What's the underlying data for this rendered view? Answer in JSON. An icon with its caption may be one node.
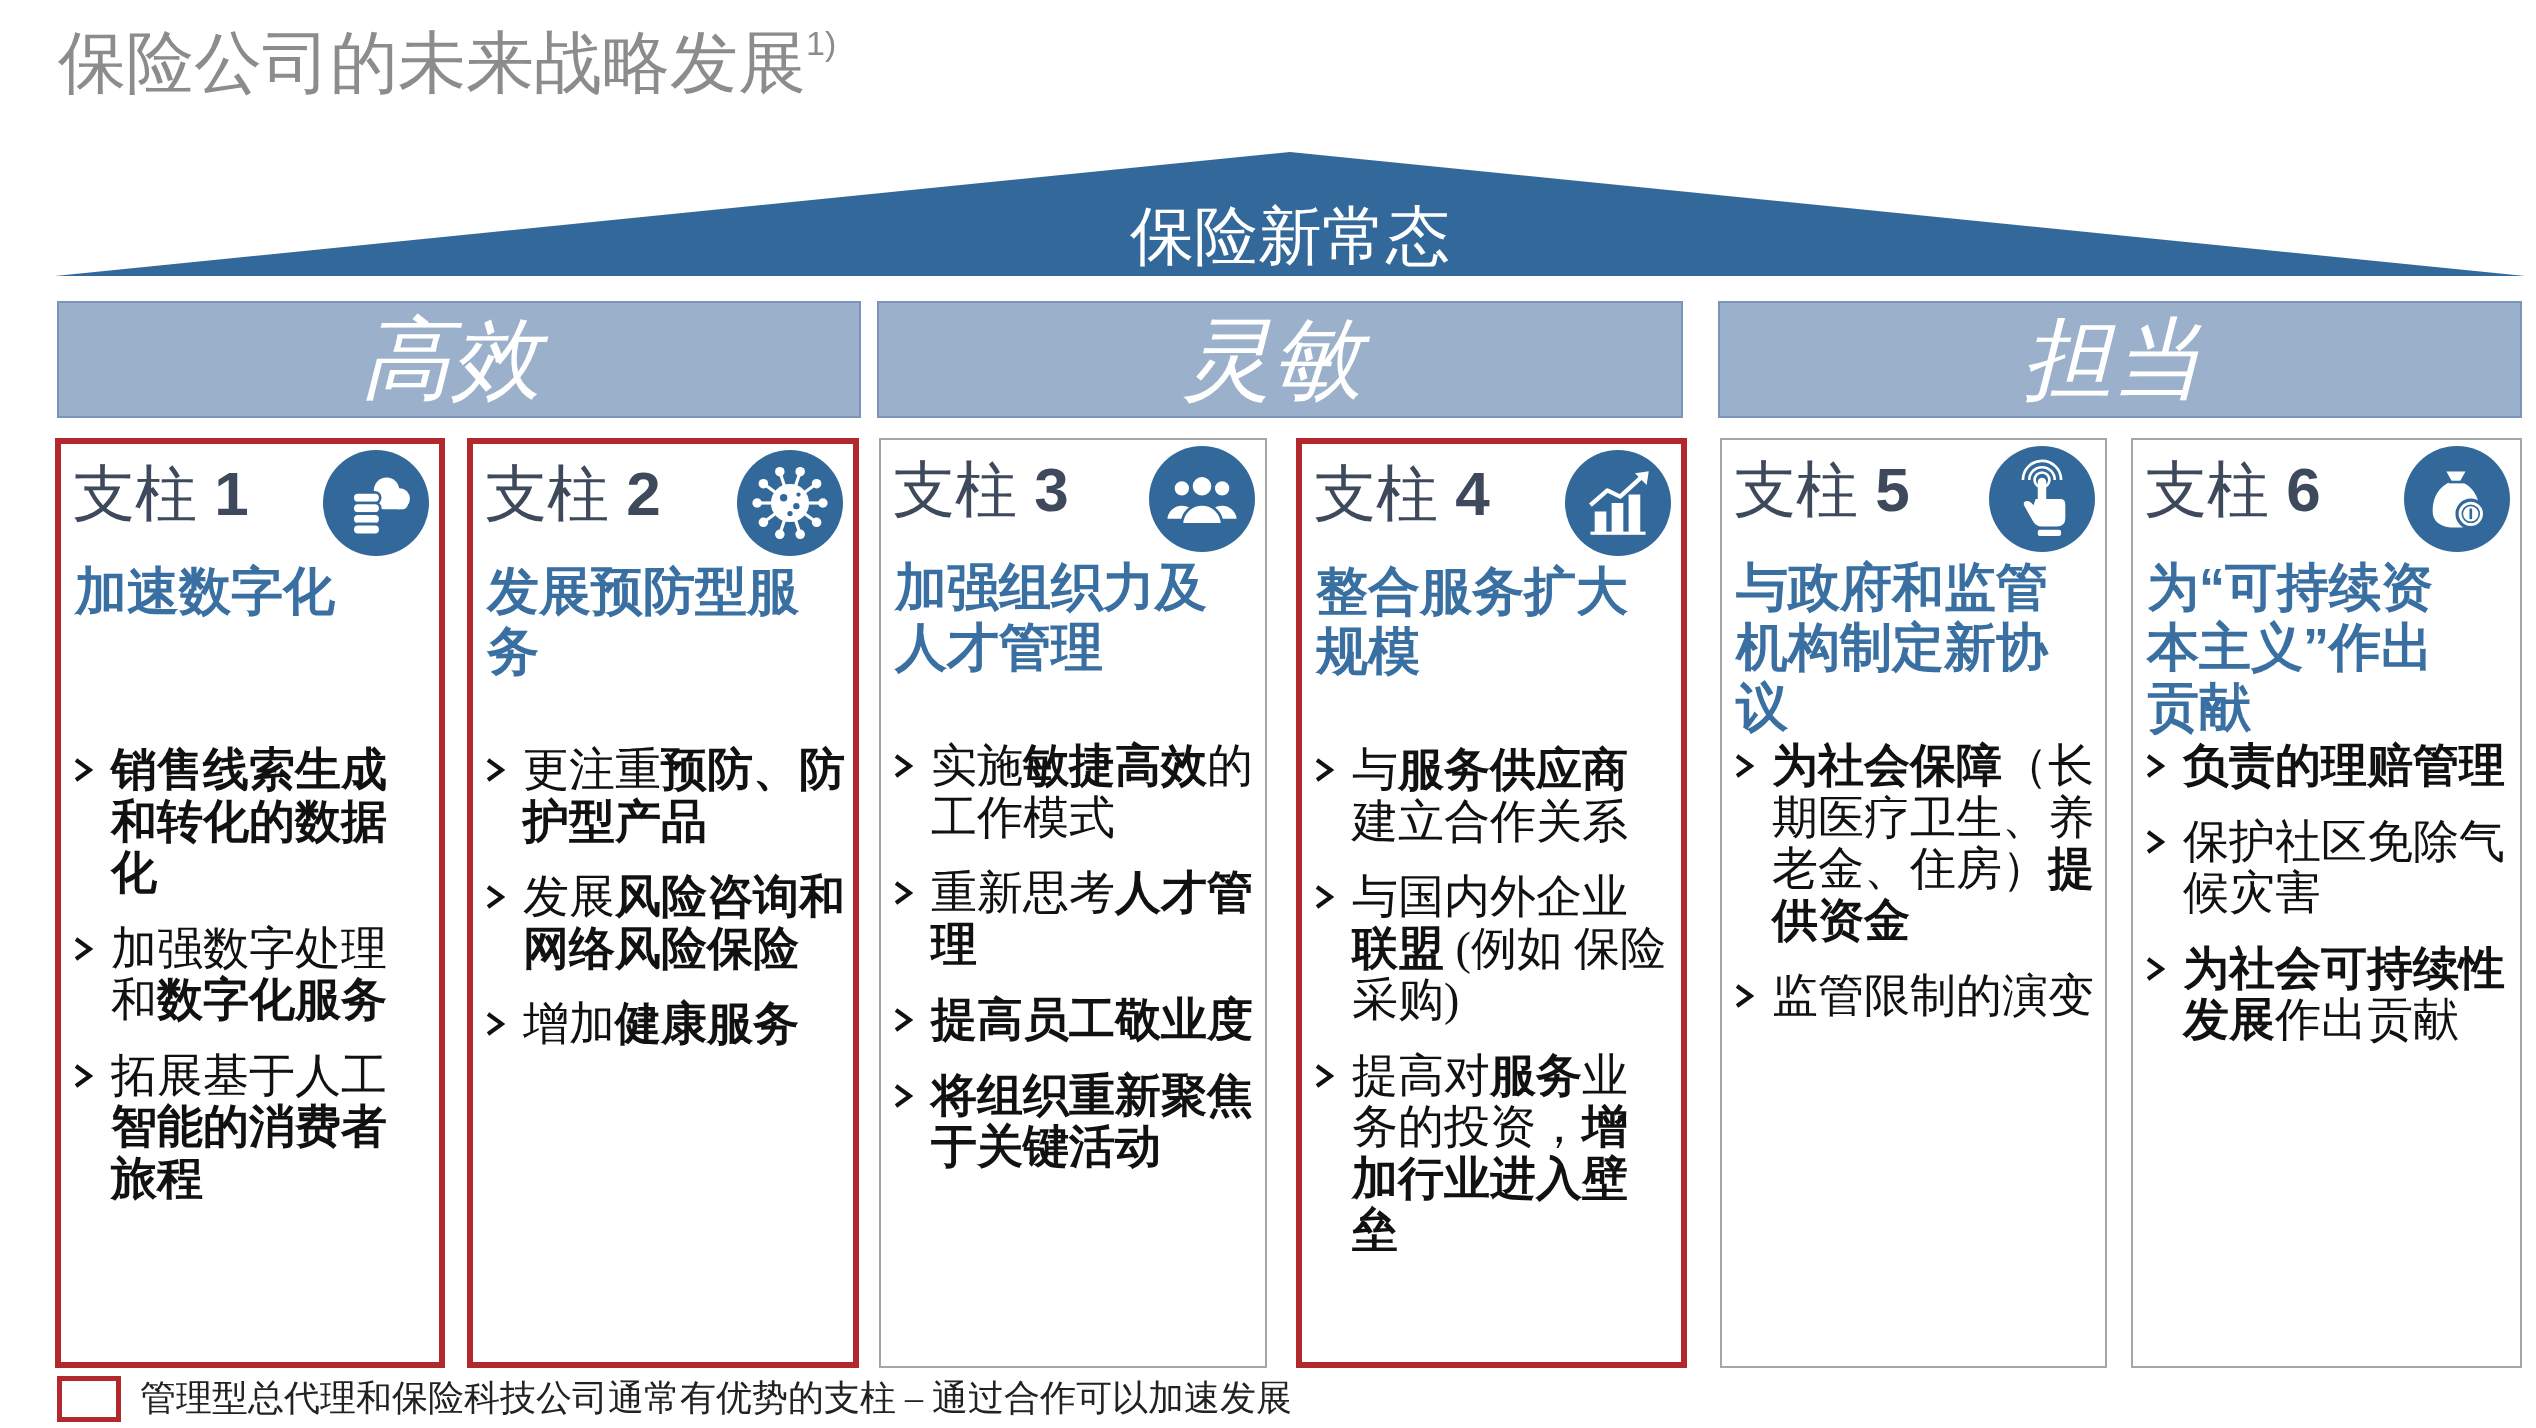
{
  "diagram": {
    "title": "保险公司的未来战略发展$^{1)}$",
    "nodes": [
      {
        "text": [
          "保险新常态"
        ]
      },
      {
        "text": [
          "高效"
        ]
      },
      {
        "text": [
          "灵敏"
        ]
      },
      {
        "text": [
          "担当"
        ]
      },
      {
        "text": [
          "支柱 **1**",
          "加速数字化",
          "**销售线索生成和转化的数据化**",
          "加强数字处理和**数字化服务**",
          "拓展基于人工**智能的消费者旅程**"
        ]
      },
      {
        "text": [
          "支柱 **2**",
          "发展预防型服务",
          "更注重**预防、防护型产品**",
          "发展**风险咨询和网络风险保险**",
          "增加**健康服务**"
        ]
      },
      {
        "text": [
          "支柱 **3**",
          "加强组织力及人才管理",
          "实施**敏捷高效**的工作模式",
          "重新思考**人才管理**",
          "**提高员工敬业度**",
          "**将组织重新聚焦于关键活动**"
        ]
      },
      {
        "text": [
          "支柱 **4**",
          "整合服务扩大规模",
          "与**服务供应商**建立合作关系",
          "与国内外企业**联盟** (例如 保险采购)",
          "提高对**服务**业务的投资，**增加行业进入壁垒**"
        ]
      },
      {
        "text": [
          "支柱 **5**",
          "与政府和监管机构制定新协议",
          "**为社会保障**（长期医疗卫生、养老金、住房）**提供资金**",
          "监管限制的演变"
        ]
      },
      {
        "text": [
          "支柱 **6**",
          "为“可持续资本主义”作出贡献",
          "**负责的理赔管理**",
          "保护社区免除气候灾害",
          "**为社会可持续性发展**作出贡献"
        ]
      }
    ],
    "legend": [
      {
        "text": "管理型总代理和保险科技公司通常有优势的支柱 – 通过合作可以加速发展",
        "color": "#b3282d"
      }
    ]
  }
}
